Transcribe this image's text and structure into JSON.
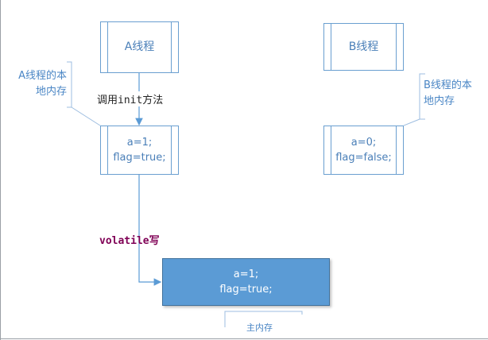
{
  "thread_a": {
    "title": "A线程",
    "local_memory_label": [
      "A线程的本",
      "地内存"
    ],
    "memory_lines": [
      "a=1;",
      "flag=true;"
    ]
  },
  "thread_b": {
    "title": "B线程",
    "local_memory_label": [
      "B线程的本",
      "地内存"
    ],
    "memory_lines": [
      "a=0;",
      "flag=false;"
    ]
  },
  "call_label": "调用init方法",
  "volatile_write_label": "volatile写",
  "main_memory": {
    "lines": [
      "a=1;",
      "flag=true;"
    ],
    "label": "主内存"
  },
  "colors": {
    "box_border": "#6a9fd0",
    "connector": "#5b9bd5",
    "main_memory_fill": "#5b9bd5",
    "keyword": "#7f0055"
  }
}
